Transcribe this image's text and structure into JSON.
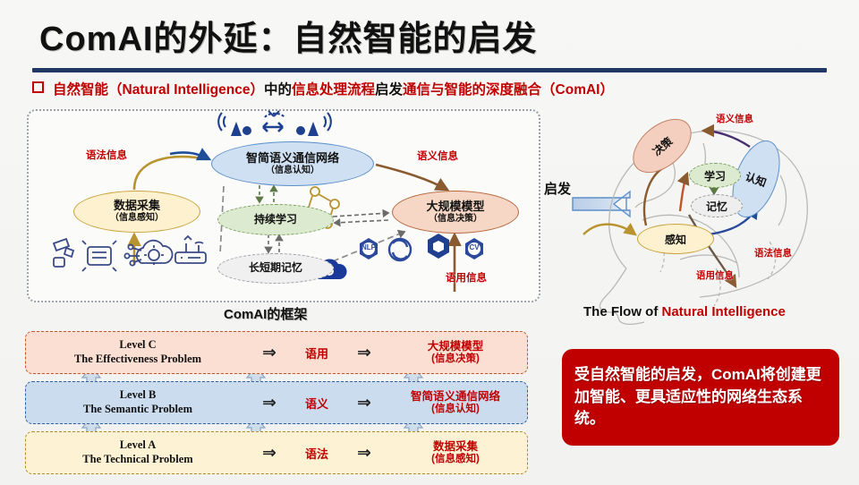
{
  "slide": {
    "title": "ComAI的外延：自然智能的启发",
    "subtitle": {
      "seg1": "自然智能（Natural Intelligence）",
      "seg2": "中的",
      "seg3": "信息处理流程",
      "seg4": "启发",
      "seg5": "通信与智能的深度融合（ComAI）"
    }
  },
  "framework": {
    "caption": "ComAI的框架",
    "nodes": {
      "semantic_network": {
        "title": "智简语义通信网络",
        "sub": "（信息认知）"
      },
      "data_collection": {
        "title": "数据采集",
        "sub": "（信息感知）"
      },
      "large_model": {
        "title": "大规模模型",
        "sub": "（信息决策）"
      },
      "continual_learning": {
        "title": "持续学习"
      },
      "memory": {
        "title": "长短期记忆"
      }
    },
    "labels": {
      "syntax": "语法信息",
      "semantic": "语义信息",
      "pragmatic": "语用信息"
    },
    "model_icons": [
      "NLP",
      "CV"
    ]
  },
  "inspire": {
    "label": "启发",
    "icon": "left-arrow-icon"
  },
  "brain": {
    "caption_plain": "The Flow of ",
    "caption_highlight": "Natural Intelligence",
    "nodes": {
      "decision": "决策",
      "cognition": "认知",
      "learning": "学习",
      "memory": "记忆",
      "perception": "感知"
    },
    "labels": {
      "semantic": "语义信息",
      "syntax": "语法信息",
      "pragmatic": "语用信息"
    }
  },
  "levels": [
    {
      "name": "Level C",
      "problem": "The Effectiveness Problem",
      "arrow": "⇒",
      "middle": "语用",
      "target_title": "大规模模型",
      "target_sub": "(信息决策)"
    },
    {
      "name": "Level B",
      "problem": "The Semantic Problem",
      "arrow": "⇒",
      "middle": "语义",
      "target_title": "智简语义通信网络",
      "target_sub": "(信息认知)"
    },
    {
      "name": "Level A",
      "problem": "The Technical Problem",
      "arrow": "⇒",
      "middle": "语法",
      "target_title": "数据采集",
      "target_sub": "(信息感知)"
    }
  ],
  "callout": {
    "text": "受自然智能的启发，ComAI将创建更加智能、更具适应性的网络生态系统。"
  },
  "colors": {
    "accent_red": "#c00000",
    "rule_navy": "#1f3864",
    "blue_node": "#cfe0f3",
    "yellow_node": "#fdf1cf",
    "orange_node": "#f6d6c4",
    "green_node": "#dcead0",
    "gray_node": "#f0f0f0"
  }
}
